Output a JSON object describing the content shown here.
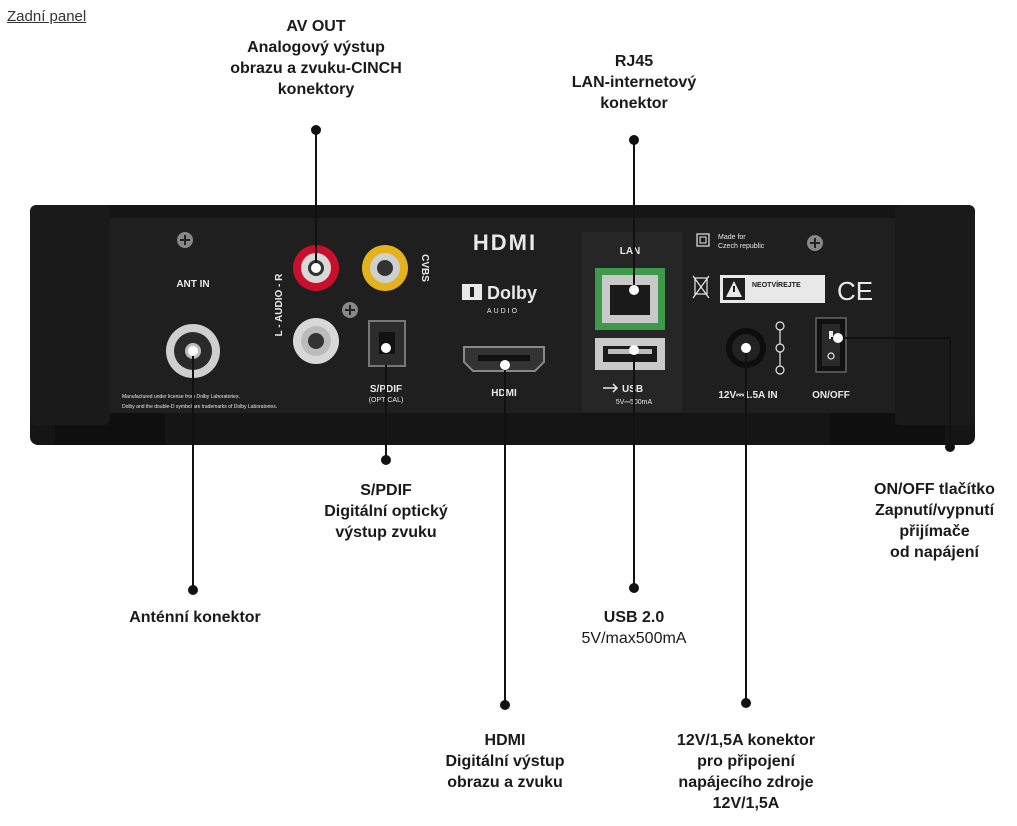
{
  "section_title": "Zadní panel",
  "callouts": {
    "av_out": [
      "AV OUT",
      "Analogový výstup",
      "obrazu a zvuku-CINCH",
      "konektory"
    ],
    "rj45": [
      "RJ45",
      "LAN-internetový",
      "konektor"
    ],
    "spdif": [
      "S/PDIF",
      "Digitální optický",
      "výstup zvuku"
    ],
    "onoff": [
      "ON/OFF tlačítko",
      "Zapnutí/vypnutí",
      "přijímače",
      "od napájení"
    ],
    "antenna": [
      "Anténní konektor"
    ],
    "usb": [
      "USB 2.0",
      "5V/max500mA"
    ],
    "hdmi": [
      "HDMI",
      "Digitální výstup",
      "obrazu a zvuku"
    ],
    "power": [
      "12V/1,5A konektor",
      "pro připojení",
      "napájecího zdroje",
      "12V/1,5A"
    ]
  },
  "device_labels": {
    "ant_in": "ANT IN",
    "audio": "L - AUDIO - R",
    "cvbs": "CVBS",
    "hdmi_logo": "HDMI",
    "dolby": "Dolby",
    "dolby_sub": "AUDIO",
    "hdmi_port": "HDMI",
    "lan": "LAN",
    "usb": "USB",
    "usb_spec": "5V⎓500mA",
    "spdif": "S/PDIF",
    "spdif_sub": "(OPTICAL)",
    "made_for_1": "Made for",
    "made_for_2": "Czech republic",
    "warning": "NEOTVÍREJTE",
    "ce": "CE",
    "power_in": "12V⎓1.5A IN",
    "onoff": "ON/OFF",
    "fine_print_1": "Manufactured under license from Dolby Laboratories.",
    "fine_print_2": "Dolby and the double-D symbol are trademarks of Dolby Laboratories."
  },
  "colors": {
    "device_body": "#151515",
    "device_panel": "#1e1e1e",
    "rca_red": "#c8102e",
    "rca_white": "#d8d8d8",
    "rca_yellow": "#e3b21c",
    "lan_green": "#3c9a4a",
    "leader_line": "#111111"
  }
}
